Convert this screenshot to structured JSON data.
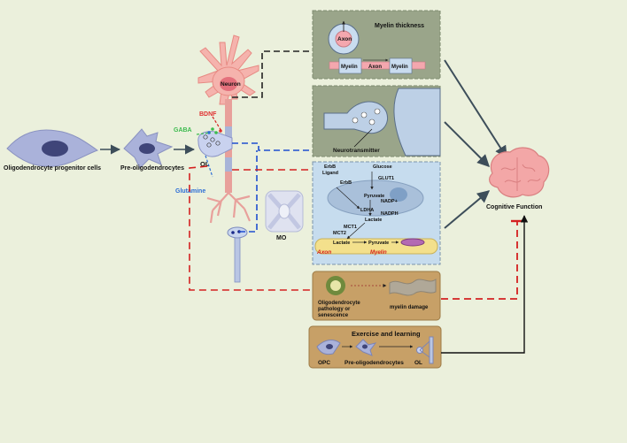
{
  "cells": {
    "opc": "Oligodendrocyte progenitor cells",
    "pre_ol": "Pre-oligodendrocytes",
    "neuron": "Neuron",
    "ol": "OL",
    "mo": "MO"
  },
  "signals": {
    "bdnf": "BDNF",
    "gaba": "GABA",
    "glutamine": "Glutamine"
  },
  "panels": {
    "thickness": {
      "title": "Myelin thickness",
      "axon": "Axon",
      "myelin_left": "Myelin",
      "axon_bar": "Axon",
      "myelin_right": "Myelin"
    },
    "synapse": {
      "label": "Neurotransmitter"
    },
    "metabolism": {
      "erbb_ligand_1": "ErbB",
      "erbb_ligand_2": "Ligand",
      "erbb": "ErbB",
      "glucose": "Glucose",
      "glut1": "GLUT1",
      "pyruvate": "Pyruvate",
      "nadp_plus": "NADP+",
      "ldha": "LDHA",
      "nadph": "NADPH",
      "lactate": "Lactate",
      "mct1": "MCT1",
      "mct2": "MCT2",
      "lactate_axon": "Lactate",
      "pyruvate_axon": "Pyruvate",
      "axon": "Axon",
      "myelin": "Myelin"
    },
    "pathology": {
      "line1": "Oligodendrocyte",
      "line2": "pathology or",
      "line3": "senescence",
      "damage": "myelin damage"
    },
    "exercise": {
      "title": "Exercise and learning",
      "opc": "OPC",
      "pre_ol": "Pre-oligodendrocytes",
      "ol": "OL"
    }
  },
  "outcome": {
    "label": "Cognitive Function"
  },
  "colors": {
    "background": "#ebf0dc",
    "panel_green": "#9aa58a",
    "panel_blue": "#c6dcee",
    "panel_tan": "#c7a067",
    "neuron": "#f5b3ad",
    "bdnf": "#e03030",
    "gaba": "#3dbb4f",
    "glutamine": "#2c6ed6",
    "red_dash": "#d42020",
    "blue_dash": "#1f4fd0",
    "brain": "#f3a7a7"
  },
  "icons": [
    "brain-icon",
    "neuron-icon",
    "oligodendrocyte-icon"
  ]
}
